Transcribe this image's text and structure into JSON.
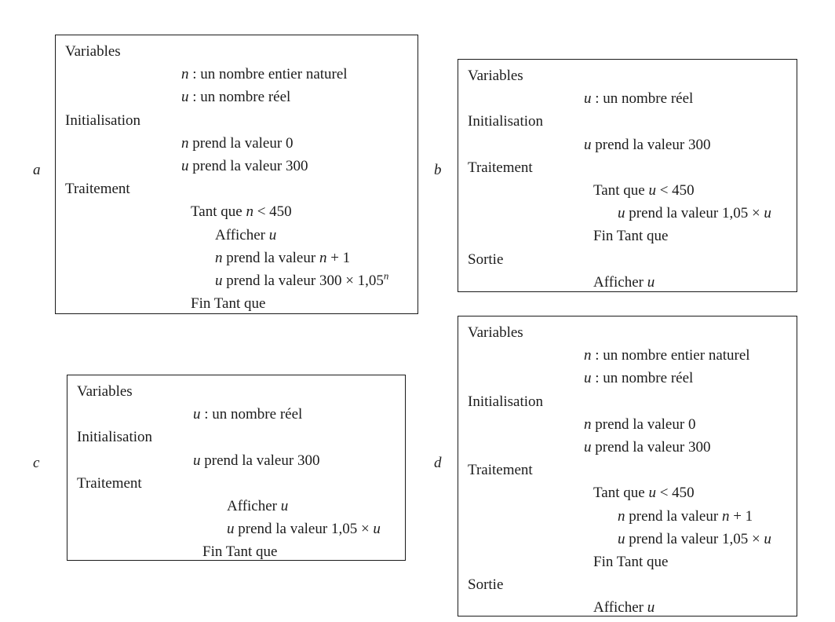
{
  "document": {
    "background": "#ffffff",
    "text_color": "#1c1c1c",
    "border_color": "#1a1a1a"
  },
  "algorithms": [
    {
      "label": "a",
      "lines": [
        {
          "indent": 0,
          "seg": [
            {
              "t": "Variables"
            }
          ]
        },
        {
          "indent": 1,
          "seg": [
            {
              "t": "n",
              "i": 1
            },
            {
              "t": " : un nombre entier naturel"
            }
          ]
        },
        {
          "indent": 1,
          "seg": [
            {
              "t": "u",
              "i": 1
            },
            {
              "t": " :  un nombre réel"
            }
          ]
        },
        {
          "indent": 0,
          "seg": [
            {
              "t": "Initialisation"
            }
          ]
        },
        {
          "indent": 1,
          "seg": [
            {
              "t": "n",
              "i": 1
            },
            {
              "t": " prend la valeur 0"
            }
          ]
        },
        {
          "indent": 1,
          "seg": [
            {
              "t": "u",
              "i": 1
            },
            {
              "t": " prend la valeur 300"
            }
          ]
        },
        {
          "indent": 0,
          "seg": [
            {
              "t": "Traitement"
            }
          ]
        },
        {
          "indent": 2,
          "seg": [
            {
              "t": "Tant que "
            },
            {
              "t": "n",
              "i": 1
            },
            {
              "t": " < 450"
            }
          ]
        },
        {
          "indent": 3,
          "seg": [
            {
              "t": "Afficher "
            },
            {
              "t": "u",
              "i": 1
            }
          ]
        },
        {
          "indent": 3,
          "seg": [
            {
              "t": "n",
              "i": 1
            },
            {
              "t": " prend la valeur "
            },
            {
              "t": "n",
              "i": 1
            },
            {
              "t": " + 1"
            }
          ]
        },
        {
          "indent": 3,
          "seg": [
            {
              "t": "u",
              "i": 1
            },
            {
              "t": " prend la valeur 300 × 1,05"
            },
            {
              "t": "n",
              "i": 1,
              "sup": 1
            }
          ]
        },
        {
          "indent": 2,
          "seg": [
            {
              "t": "Fin Tant que"
            }
          ]
        }
      ]
    },
    {
      "label": "b",
      "lines": [
        {
          "indent": 0,
          "seg": [
            {
              "t": "Variables"
            }
          ]
        },
        {
          "indent": 1,
          "seg": [
            {
              "t": "u",
              "i": 1
            },
            {
              "t": " : un nombre réel"
            }
          ]
        },
        {
          "indent": 0,
          "seg": [
            {
              "t": "Initialisation"
            }
          ]
        },
        {
          "indent": 1,
          "seg": [
            {
              "t": "u",
              "i": 1
            },
            {
              "t": " prend la valeur 300"
            }
          ]
        },
        {
          "indent": 0,
          "seg": [
            {
              "t": "Traitement"
            }
          ]
        },
        {
          "indent": 2,
          "seg": [
            {
              "t": "Tant que "
            },
            {
              "t": "u",
              "i": 1
            },
            {
              "t": " < 450"
            }
          ]
        },
        {
          "indent": 3,
          "seg": [
            {
              "t": "u",
              "i": 1
            },
            {
              "t": " prend la valeur 1,05 × "
            },
            {
              "t": "u",
              "i": 1
            }
          ]
        },
        {
          "indent": 2,
          "seg": [
            {
              "t": "Fin Tant que"
            }
          ]
        },
        {
          "indent": 0,
          "seg": [
            {
              "t": "Sortie"
            }
          ]
        },
        {
          "indent": 2,
          "seg": [
            {
              "t": "Afficher "
            },
            {
              "t": "u",
              "i": 1
            }
          ]
        }
      ]
    },
    {
      "label": "c",
      "lines": [
        {
          "indent": 0,
          "seg": [
            {
              "t": "Variables"
            }
          ]
        },
        {
          "indent": 1,
          "seg": [
            {
              "t": "u",
              "i": 1
            },
            {
              "t": " : un nombre réel"
            }
          ]
        },
        {
          "indent": 0,
          "seg": [
            {
              "t": "Initialisation"
            }
          ]
        },
        {
          "indent": 1,
          "seg": [
            {
              "t": "u",
              "i": 1
            },
            {
              "t": " prend la valeur 300"
            }
          ]
        },
        {
          "indent": 0,
          "seg": [
            {
              "t": "Traitement"
            }
          ]
        },
        {
          "indent": 3,
          "seg": [
            {
              "t": "Afficher "
            },
            {
              "t": "u",
              "i": 1
            }
          ]
        },
        {
          "indent": 3,
          "seg": [
            {
              "t": "u",
              "i": 1
            },
            {
              "t": " prend la valeur 1,05 × "
            },
            {
              "t": "u",
              "i": 1
            }
          ]
        },
        {
          "indent": 2,
          "seg": [
            {
              "t": "Fin Tant que"
            }
          ]
        }
      ]
    },
    {
      "label": "d",
      "lines": [
        {
          "indent": 0,
          "seg": [
            {
              "t": "Variables"
            }
          ]
        },
        {
          "indent": 1,
          "seg": [
            {
              "t": "n",
              "i": 1
            },
            {
              "t": " :  un nombre entier naturel"
            }
          ]
        },
        {
          "indent": 1,
          "seg": [
            {
              "t": "u",
              "i": 1
            },
            {
              "t": " :  un nombre réel"
            }
          ]
        },
        {
          "indent": 0,
          "seg": [
            {
              "t": "Initialisation"
            }
          ]
        },
        {
          "indent": 1,
          "seg": [
            {
              "t": "n",
              "i": 1
            },
            {
              "t": " prend la valeur 0"
            }
          ]
        },
        {
          "indent": 1,
          "seg": [
            {
              "t": "u",
              "i": 1
            },
            {
              "t": " prend la valeur 300"
            }
          ]
        },
        {
          "indent": 0,
          "seg": [
            {
              "t": "Traitement"
            }
          ]
        },
        {
          "indent": 2,
          "seg": [
            {
              "t": "Tant que "
            },
            {
              "t": "u",
              "i": 1
            },
            {
              "t": " < 450"
            }
          ]
        },
        {
          "indent": 3,
          "seg": [
            {
              "t": "n",
              "i": 1
            },
            {
              "t": " prend la valeur "
            },
            {
              "t": "n",
              "i": 1
            },
            {
              "t": " + 1"
            }
          ]
        },
        {
          "indent": 3,
          "seg": [
            {
              "t": "u",
              "i": 1
            },
            {
              "t": " prend la valeur 1,05 × "
            },
            {
              "t": "u",
              "i": 1
            }
          ]
        },
        {
          "indent": 2,
          "seg": [
            {
              "t": "Fin Tant que"
            }
          ]
        },
        {
          "indent": 0,
          "seg": [
            {
              "t": "Sortie"
            }
          ]
        },
        {
          "indent": 2,
          "seg": [
            {
              "t": "Afficher "
            },
            {
              "t": "u",
              "i": 1
            }
          ]
        }
      ]
    }
  ]
}
